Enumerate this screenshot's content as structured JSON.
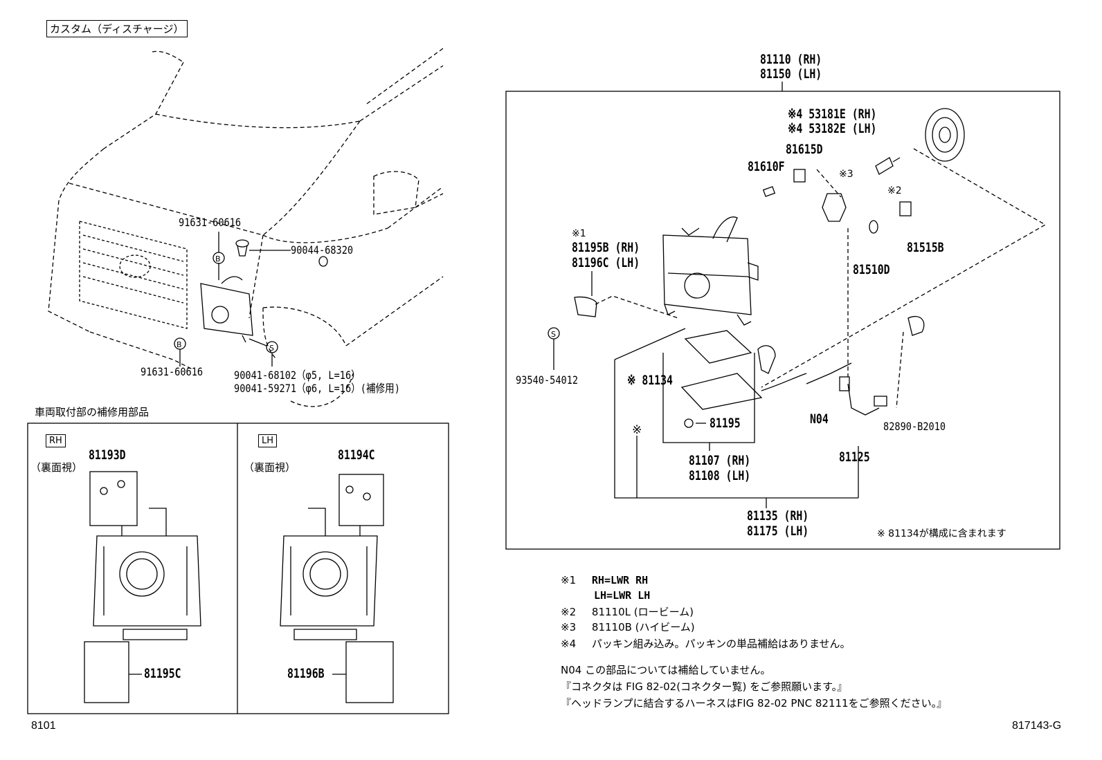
{
  "header": {
    "variant_label": "カスタム（ディスチャージ）"
  },
  "main_labels": {
    "p91631_top": "91631-60616",
    "p90044": "90044-68320",
    "p91631_bottom": "91631-60616",
    "p90041a": "90041-68102（φ5, L=16）",
    "p90041b": "90041-59271（φ6, L=16）(補修用)",
    "callout_b": "B",
    "callout_s": "S"
  },
  "repair_section": {
    "title": "車両取付部の補修用部品",
    "rh": {
      "badge": "RH",
      "view": "（裏面視）",
      "top_part": "81193D",
      "bottom_part": "81195C"
    },
    "lh": {
      "badge": "LH",
      "view": "（裏面視）",
      "top_part": "81194C",
      "bottom_part": "81196B"
    }
  },
  "assembly": {
    "top_rh": "81110 (RH)",
    "top_lh": "81150 (LH)",
    "p53181": "※4 53181E (RH)",
    "p53182": "※4 53182E (LH)",
    "p81615": "81615D",
    "p81610": "81610F",
    "note3_mark": "※3",
    "note2_mark": "※2",
    "p81515": "81515B",
    "p81510": "81510D",
    "note1_mark": "※1",
    "p81195b": "81195B (RH)",
    "p81196c": "81196C (LH)",
    "callout_s": "S",
    "p93540": "93540-54012",
    "p81134": "※ 81134",
    "p81195": "81195",
    "asterisk_mark": "※",
    "p81107": "81107 (RH)",
    "p81108": "81108 (LH)",
    "n04": "N04",
    "p82890": "82890-B2010",
    "p81125": "81125",
    "p81135": "81135 (RH)",
    "p81175": "81175 (LH)",
    "included_note": "※ 81134が構成に含まれます"
  },
  "notes": [
    {
      "mark": "※1",
      "text": "RH=LWR RH"
    },
    {
      "mark": "",
      "text": "LH=LWR LH"
    },
    {
      "mark": "※2",
      "text": "81110L (ロービーム)"
    },
    {
      "mark": "※3",
      "text": "81110B (ハイビーム)"
    },
    {
      "mark": "※4",
      "text": "パッキン組み込み。パッキンの単品補給はありません。"
    }
  ],
  "footer_notes": {
    "n04_line": "N04  この部品については補給していません。",
    "line2": "『コネクタは FIG 82-02(コネクター覧) をご参照願います。』",
    "line3": "『ヘッドランプに結合するハーネスはFIG 82-02 PNC 82111をご参照ください。』"
  },
  "footer": {
    "page_code": "8101",
    "figure_id": "817143-G"
  }
}
